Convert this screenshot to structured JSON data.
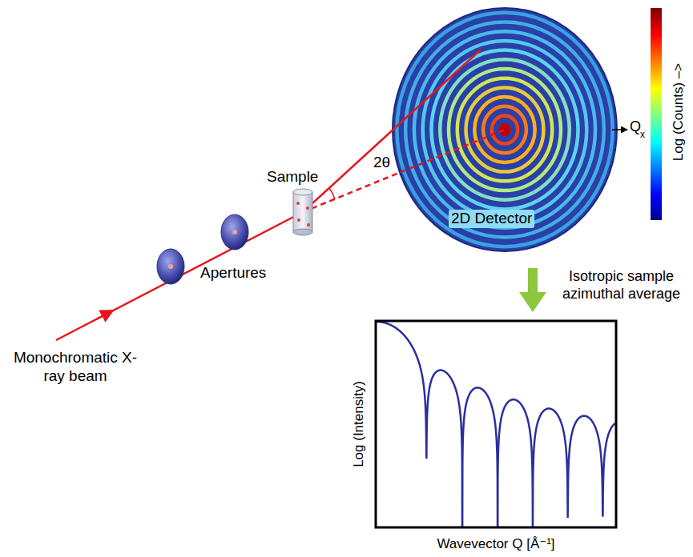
{
  "diagram": {
    "labels": [
      "Monochromatic X-ray beam",
      "Apertures",
      "Sample",
      "2θ",
      "2D Detector",
      "Q",
      "x",
      "Log (Counts) –>",
      "Isotropic sample azimuthal average",
      "Log (Intensity)",
      "Wavevector Q [Å⁻¹]"
    ]
  }
}
